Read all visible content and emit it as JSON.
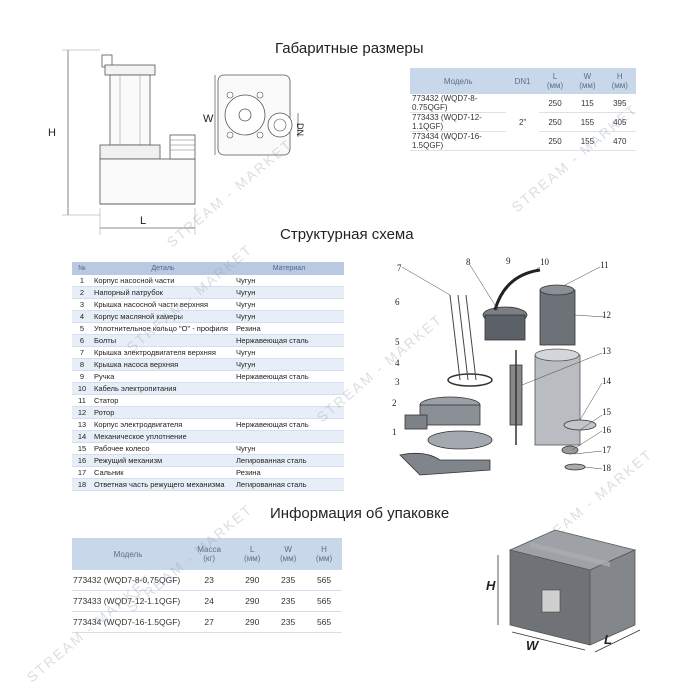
{
  "sections": {
    "dimensions_title": "Габаритные размеры",
    "structure_title": "Структурная схема",
    "packing_title": "Информация об упаковке"
  },
  "drawing_labels": {
    "h": "H",
    "l": "L",
    "w": "W",
    "dn": "DN"
  },
  "dims_table": {
    "headers": [
      "Модель",
      "DN1",
      "L\n(мм)",
      "W\n(мм)",
      "H\n(мм)"
    ],
    "dn1": "2\"",
    "rows": [
      [
        "773432 (WQD7-8-0.75QGF)",
        "250",
        "115",
        "395"
      ],
      [
        "773433 (WQD7-12-1.1QGF)",
        "250",
        "155",
        "405"
      ],
      [
        "773434 (WQD7-16-1.5QGF)",
        "250",
        "155",
        "470"
      ]
    ]
  },
  "parts_table": {
    "headers": [
      "№",
      "Деталь",
      "Материал"
    ],
    "rows": [
      [
        "1",
        "Корпус насосной части",
        "Чугун"
      ],
      [
        "2",
        "Напорный патрубок",
        "Чугун"
      ],
      [
        "3",
        "Крышка насосной части верхняя",
        "Чугун"
      ],
      [
        "4",
        "Корпус масляной камеры",
        "Чугун"
      ],
      [
        "5",
        "Уплотнительное кольцо \"О\" - профиля",
        "Резина"
      ],
      [
        "6",
        "Болты",
        "Нержавеющая сталь"
      ],
      [
        "7",
        "Крышка электродвигателя верхняя",
        "Чугун"
      ],
      [
        "8",
        "Крышка насоса верхняя",
        "Чугун"
      ],
      [
        "9",
        "Ручка",
        "Нержавеющая сталь"
      ],
      [
        "10",
        "Кабель электропитания",
        ""
      ],
      [
        "11",
        "Статор",
        ""
      ],
      [
        "12",
        "Ротор",
        ""
      ],
      [
        "13",
        "Корпус электродвигателя",
        "Нержавеющая сталь"
      ],
      [
        "14",
        "Механическое уплотнение",
        ""
      ],
      [
        "15",
        "Рабочее колесо",
        "Чугун"
      ],
      [
        "16",
        "Режущий механизм",
        "Легированная сталь"
      ],
      [
        "17",
        "Сальник",
        "Резина"
      ],
      [
        "18",
        "Ответная часть режущего механизма",
        "Легированная сталь"
      ]
    ]
  },
  "exploded_labels": [
    "1",
    "2",
    "3",
    "4",
    "5",
    "6",
    "7",
    "8",
    "9",
    "10",
    "11",
    "12",
    "13",
    "14",
    "15",
    "16",
    "17",
    "18"
  ],
  "pack_table": {
    "headers": [
      "Модель",
      "Масса\n(кг)",
      "L\n(мм)",
      "W\n(мм)",
      "H\n(мм)"
    ],
    "rows": [
      [
        "773432 (WQD7-8-0.75QGF)",
        "23",
        "290",
        "235",
        "565"
      ],
      [
        "773433 (WQD7-12-1.1QGF)",
        "24",
        "290",
        "235",
        "565"
      ],
      [
        "773434 (WQD7-16-1.5QGF)",
        "27",
        "290",
        "235",
        "565"
      ]
    ]
  },
  "box_labels": {
    "h": "H",
    "w": "W",
    "l": "L"
  },
  "watermark": "STREAM - MARKET"
}
